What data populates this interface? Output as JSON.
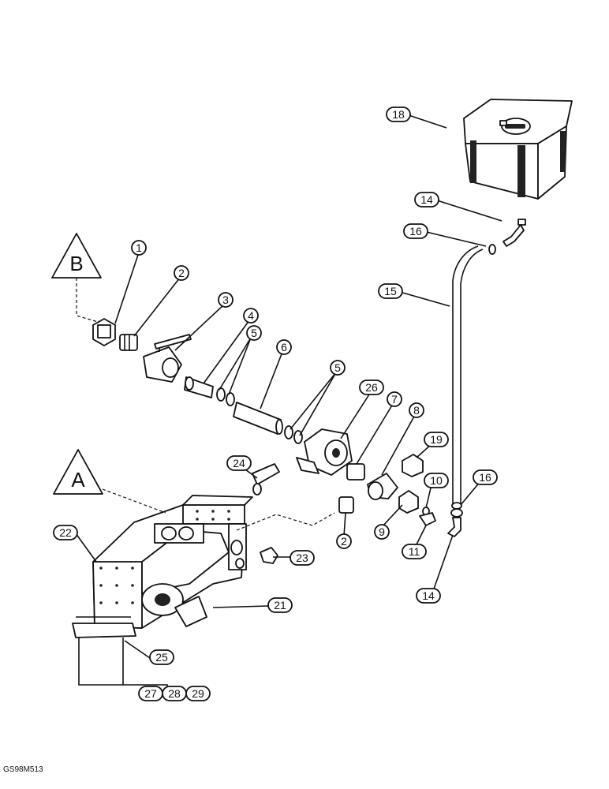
{
  "callouts": {
    "ref_b": "B",
    "ref_a": "A",
    "p1": "1",
    "p2a": "2",
    "p2b": "2",
    "p3": "3",
    "p4": "4",
    "p5a": "5",
    "p5b": "5",
    "p6": "6",
    "p7": "7",
    "p8": "8",
    "p9": "9",
    "p10": "10",
    "p11": "11",
    "p14a": "14",
    "p14b": "14",
    "p15": "15",
    "p16a": "16",
    "p16b": "16",
    "p18": "18",
    "p19": "19",
    "p21": "21",
    "p22": "22",
    "p23": "23",
    "p24": "24",
    "p25": "25",
    "p26": "26",
    "p27": "27",
    "p28": "28",
    "p29": "29"
  },
  "footer_code": "GS98M513"
}
